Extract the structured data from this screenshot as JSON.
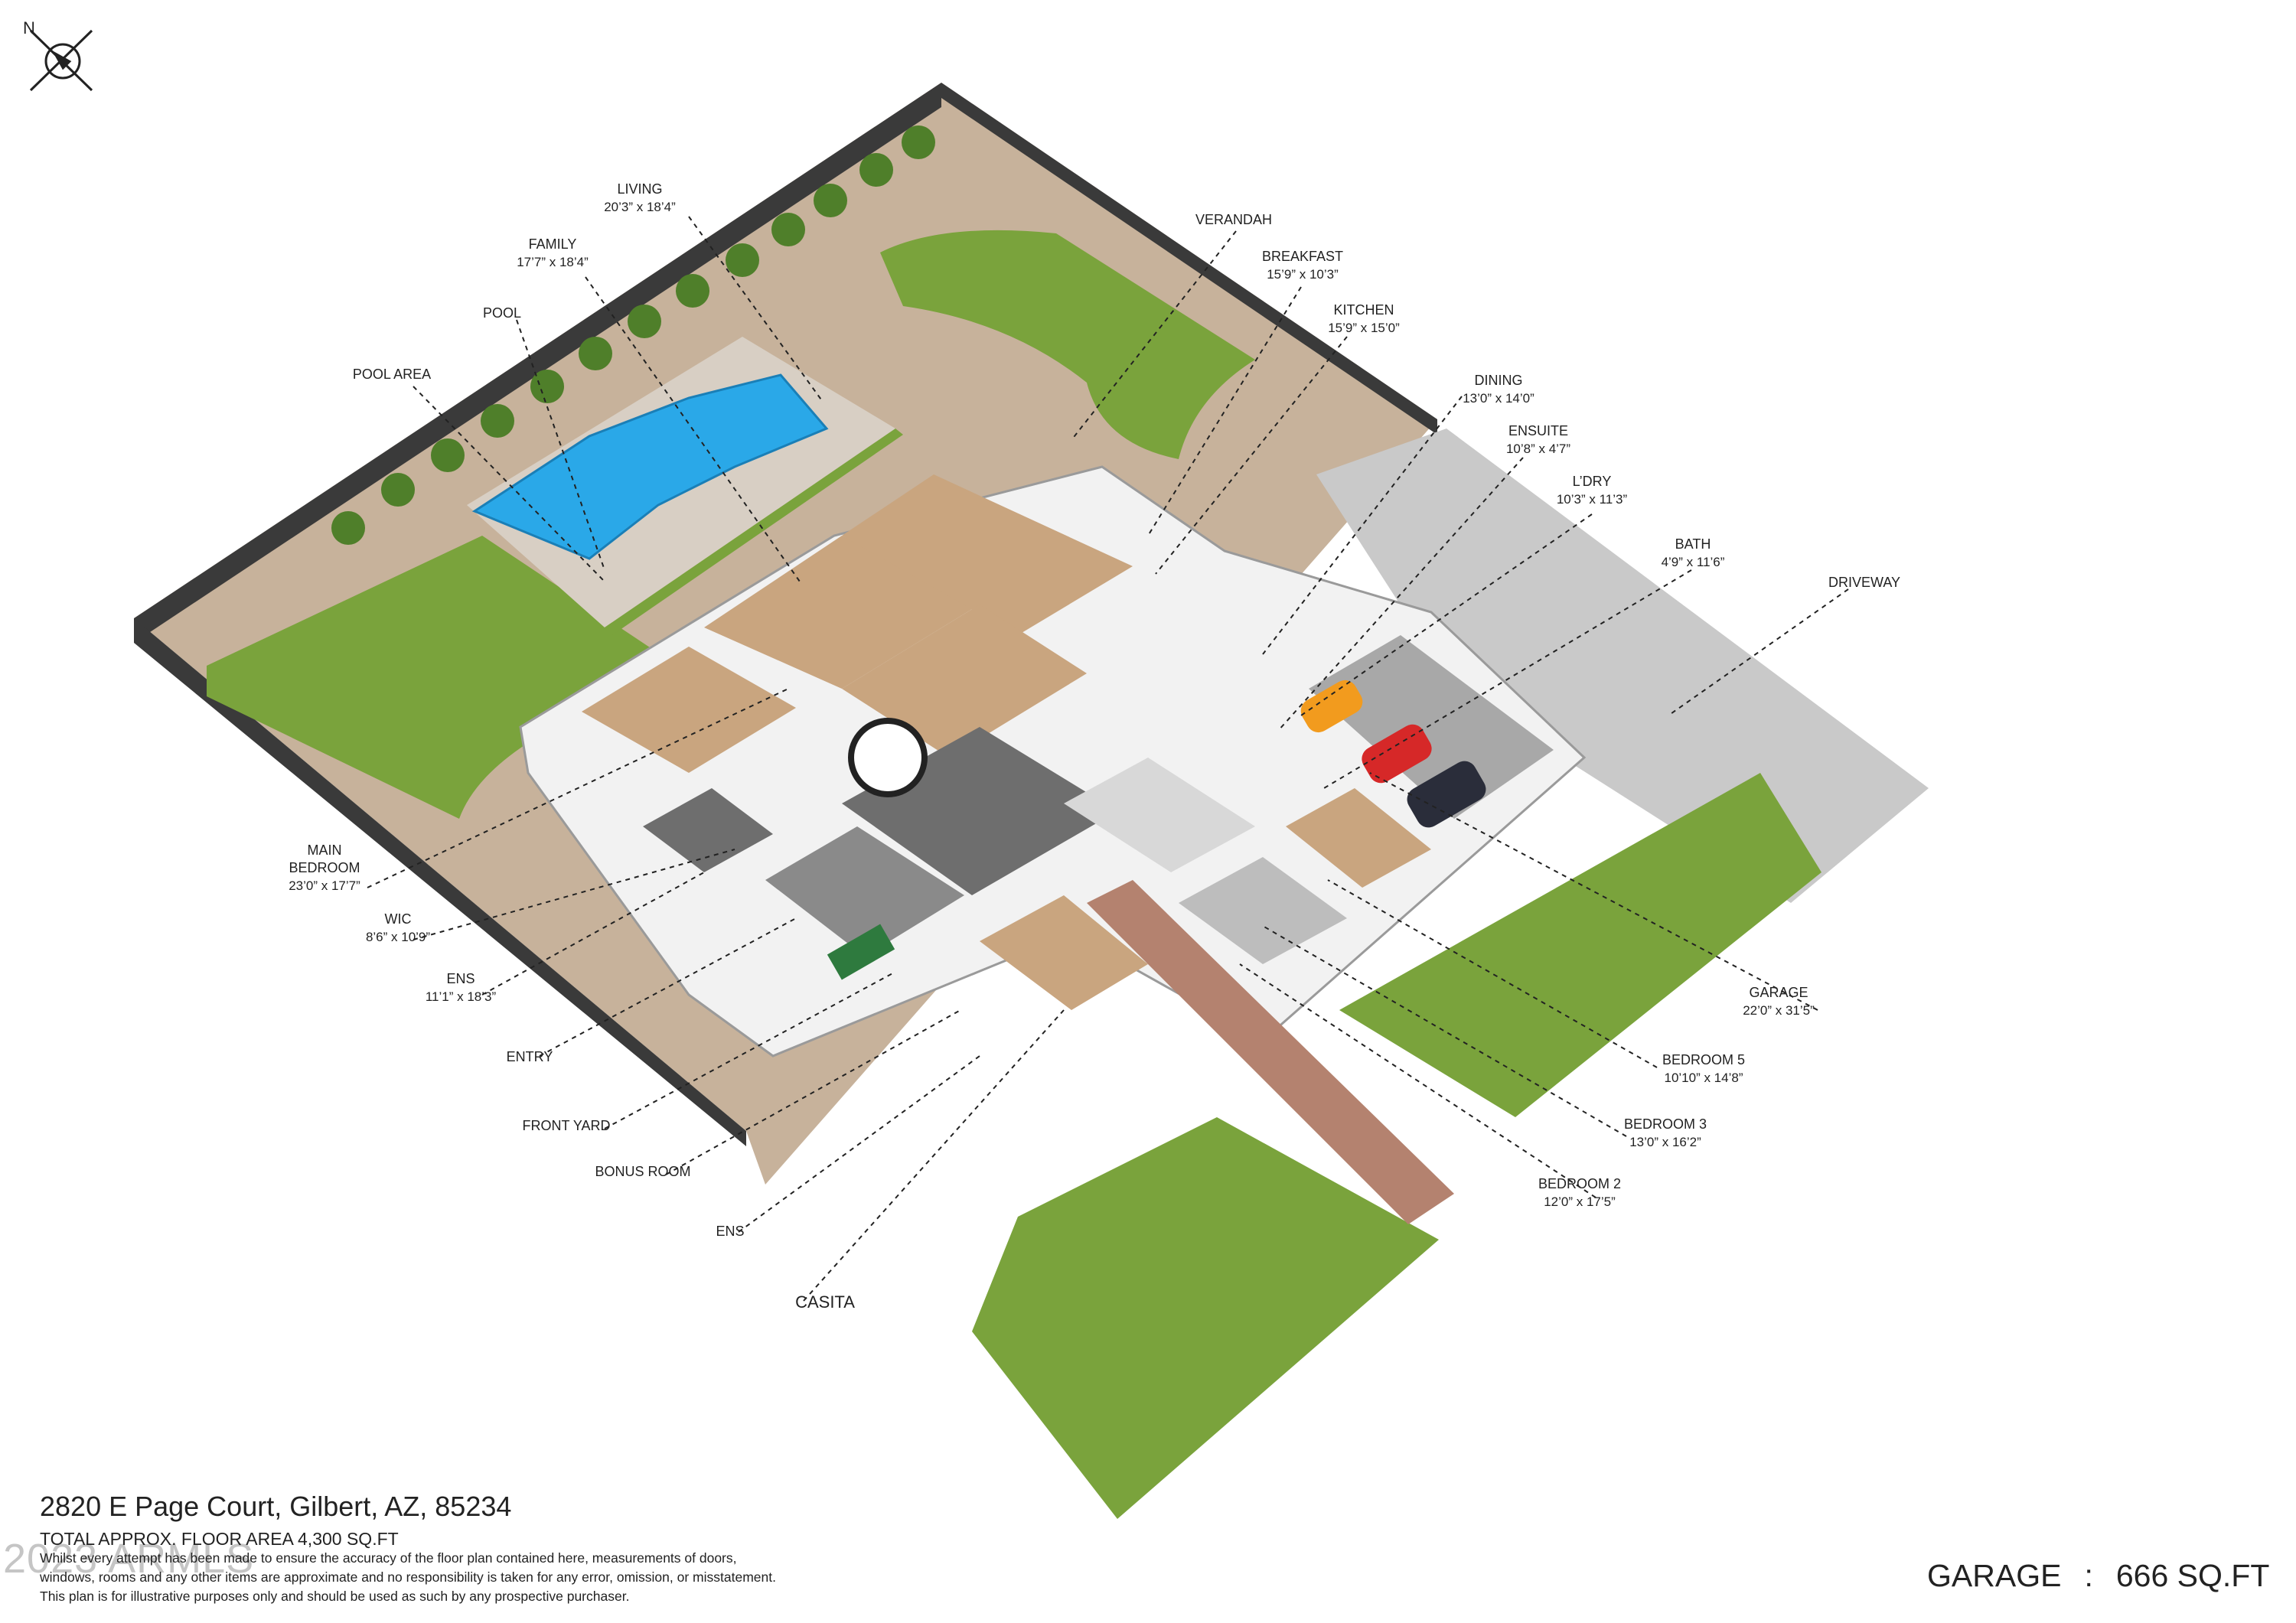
{
  "compass": {
    "north_label": "N"
  },
  "labels": {
    "living": {
      "name": "LIVING",
      "dim": "20’3” x 18’4”"
    },
    "family": {
      "name": "FAMILY",
      "dim": "17’7” x 18’4”"
    },
    "pool": {
      "name": "POOL"
    },
    "pool_area": {
      "name": "POOL AREA"
    },
    "verandah": {
      "name": "VERANDAH"
    },
    "breakfast": {
      "name": "BREAKFAST",
      "dim": "15’9” x 10’3”"
    },
    "kitchen": {
      "name": "KITCHEN",
      "dim": "15’9” x 15’0”"
    },
    "dining": {
      "name": "DINING",
      "dim": "13’0” x 14’0”"
    },
    "ensuite": {
      "name": "ENSUITE",
      "dim": "10’8” x 4’7”"
    },
    "ldry": {
      "name": "L’DRY",
      "dim": "10’3” x 11’3”"
    },
    "bath": {
      "name": "BATH",
      "dim": "4’9” x 11’6”"
    },
    "driveway": {
      "name": "DRIVEWAY"
    },
    "main_bedroom": {
      "name": "MAIN",
      "name2": "BEDROOM",
      "dim": "23’0” x 17’7”"
    },
    "wic": {
      "name": "WIC",
      "dim": "8’6” x 10’9”"
    },
    "ens1": {
      "name": "ENS",
      "dim": "11’1” x 18’3”"
    },
    "entry": {
      "name": "ENTRY"
    },
    "front_yard": {
      "name": "FRONT YARD"
    },
    "bonus_room": {
      "name": "BONUS ROOM"
    },
    "ens2": {
      "name": "ENS"
    },
    "casita": {
      "name": "CASITA"
    },
    "garage": {
      "name": "GARAGE",
      "dim": "22’0” x 31’5”"
    },
    "bedroom5": {
      "name": "BEDROOM 5",
      "dim": "10’10” x 14’8”"
    },
    "bedroom3": {
      "name": "BEDROOM 3",
      "dim": "13’0” x 16’2”"
    },
    "bedroom2": {
      "name": "BEDROOM 2",
      "dim": "12’0” x 17’5”"
    }
  },
  "footer": {
    "address": "2820 E Page Court, Gilbert, AZ, 85234",
    "total_area": "TOTAL APPROX. FLOOR AREA 4,300 SQ.FT",
    "disclaimer_1": "Whilst every attempt has been made to ensure the accuracy of the floor plan contained here, measurements of doors,",
    "disclaimer_2": "windows, rooms and any other items are approximate and no responsibility is taken for any error, omission, or misstatement.",
    "disclaimer_3": "This plan is for illustrative purposes only and should be used as such by any prospective purchaser.",
    "watermark": "2023 ARMLS"
  },
  "garage_summary": {
    "label": "GARAGE",
    "separator": ":",
    "value": "666 SQ.FT"
  },
  "colors": {
    "lawn": "#7aa33c",
    "gravel": "#c7b29b",
    "pool": "#2aa8e8",
    "floor_wood": "#c9a57f",
    "floor_tile": "#6e6e6e",
    "wall": "#f2f2f2",
    "concrete": "#c9c9c9",
    "pavers": "#b4826f"
  }
}
